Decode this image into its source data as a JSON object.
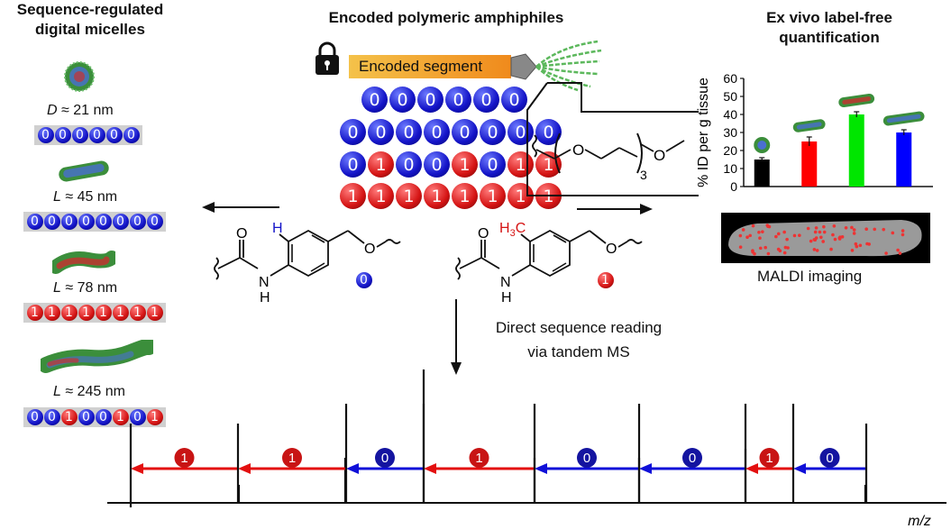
{
  "left_panel": {
    "title_line1": "Sequence-regulated",
    "title_line2": "digital micelles",
    "size_labels": [
      {
        "symbol": "D",
        "text": " ≈ 21 nm"
      },
      {
        "symbol": "L",
        "text": " ≈ 45 nm"
      },
      {
        "symbol": "L",
        "text": " ≈ 78 nm"
      },
      {
        "symbol": "L",
        "text": " ≈ 245 nm"
      }
    ],
    "sequences": [
      [
        "0",
        "0",
        "0",
        "0",
        "0",
        "0"
      ],
      [
        "0",
        "0",
        "0",
        "0",
        "0",
        "0",
        "0",
        "0"
      ],
      [
        "1",
        "1",
        "1",
        "1",
        "1",
        "1",
        "1",
        "1"
      ],
      [
        "0",
        "0",
        "1",
        "0",
        "0",
        "1",
        "0",
        "1"
      ]
    ]
  },
  "center_panel": {
    "title": "Encoded polymeric amphiphiles",
    "segment_label": "Encoded segment",
    "sequences": [
      [
        "0",
        "0",
        "0",
        "0",
        "0",
        "0"
      ],
      [
        "0",
        "0",
        "0",
        "0",
        "0",
        "0",
        "0",
        "0"
      ],
      [
        "0",
        "1",
        "0",
        "0",
        "1",
        "0",
        "1",
        "1"
      ],
      [
        "1",
        "1",
        "1",
        "1",
        "1",
        "1",
        "1",
        "1"
      ]
    ],
    "peg_subscript": "3",
    "monomer0": {
      "substituent": "H",
      "digit": "0"
    },
    "monomer1": {
      "substituent": "H3C",
      "digit": "1"
    },
    "atom_O": "O",
    "atom_N": "N",
    "atom_H": "H",
    "reading_line1": "Direct sequence reading",
    "reading_line2": "via tandem MS"
  },
  "right_panel": {
    "title_line1": "Ex vivo label-free",
    "title_line2": "quantification",
    "imaging_label": "MALDI imaging"
  },
  "chart_data": {
    "type": "bar",
    "categories": [
      "",
      "",
      "",
      ""
    ],
    "values": [
      15,
      25,
      40,
      30
    ],
    "errors": [
      1,
      2.5,
      1.5,
      1.5
    ],
    "colors": [
      "#000000",
      "#ff0000",
      "#00e600",
      "#0000ff"
    ],
    "ylabel": "% ID per g tissue",
    "ylim": [
      0,
      60
    ],
    "yticks": [
      "0",
      "10",
      "20",
      "30",
      "40",
      "50",
      "60"
    ]
  },
  "spectrum": {
    "xlabel": "m/z",
    "digits": [
      "1",
      "1",
      "0",
      "1",
      "0",
      "0",
      "1",
      "0"
    ]
  },
  "colors": {
    "zero": "#1414c8",
    "one": "#d51414",
    "segment_orange": "#f5a623",
    "peg_green": "#4caf50"
  }
}
